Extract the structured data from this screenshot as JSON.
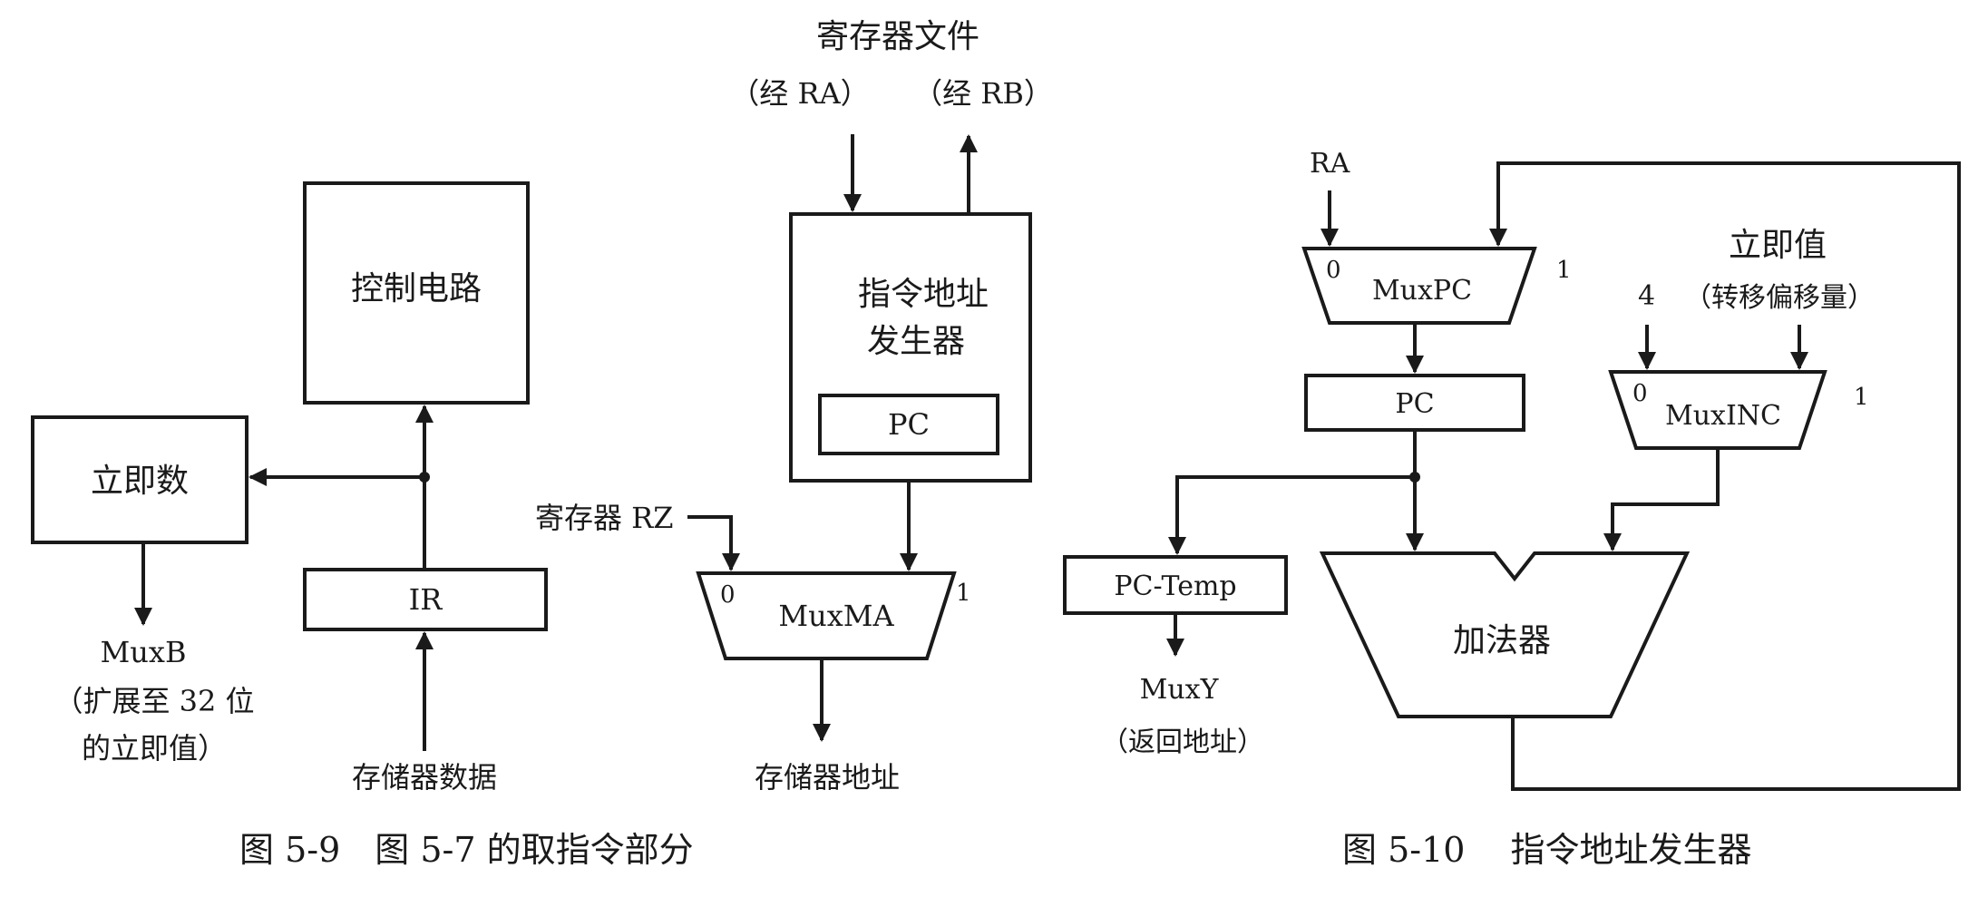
{
  "fig9": {
    "control_circuit": "控制电路",
    "immediate": "立即数",
    "ir": "IR",
    "mem_data": "存储器数据",
    "muxb": "MuxB",
    "muxb_note_1": "（扩展至 32 位",
    "muxb_note_2": "的立即值）",
    "regfile": "寄存器文件",
    "via_ra": "（经 RA）",
    "via_rb": "（经 RB）",
    "iag_line1": "指令地址",
    "iag_line2": "发生器",
    "pc": "PC",
    "reg_rz": "寄存器 RZ",
    "muxma": "MuxMA",
    "muxma_in0": "0",
    "muxma_in1": "1",
    "mem_addr": "存储器地址",
    "caption": "图 5-9　图 5-7 的取指令部分"
  },
  "fig10": {
    "ra": "RA",
    "muxpc": "MuxPC",
    "muxpc_in0": "0",
    "muxpc_in1": "1",
    "pc": "PC",
    "immediate": "立即值",
    "four": "4",
    "branch_offset": "（转移偏移量）",
    "muxinc": "MuxINC",
    "muxinc_in0": "0",
    "muxinc_in1": "1",
    "pc_temp": "PC-Temp",
    "muxy": "MuxY",
    "return_addr": "（返回地址）",
    "adder": "加法器",
    "caption": "图 5-10　 指令地址发生器"
  },
  "colors": {
    "ink": "#1a1a1a",
    "background": "#ffffff"
  }
}
